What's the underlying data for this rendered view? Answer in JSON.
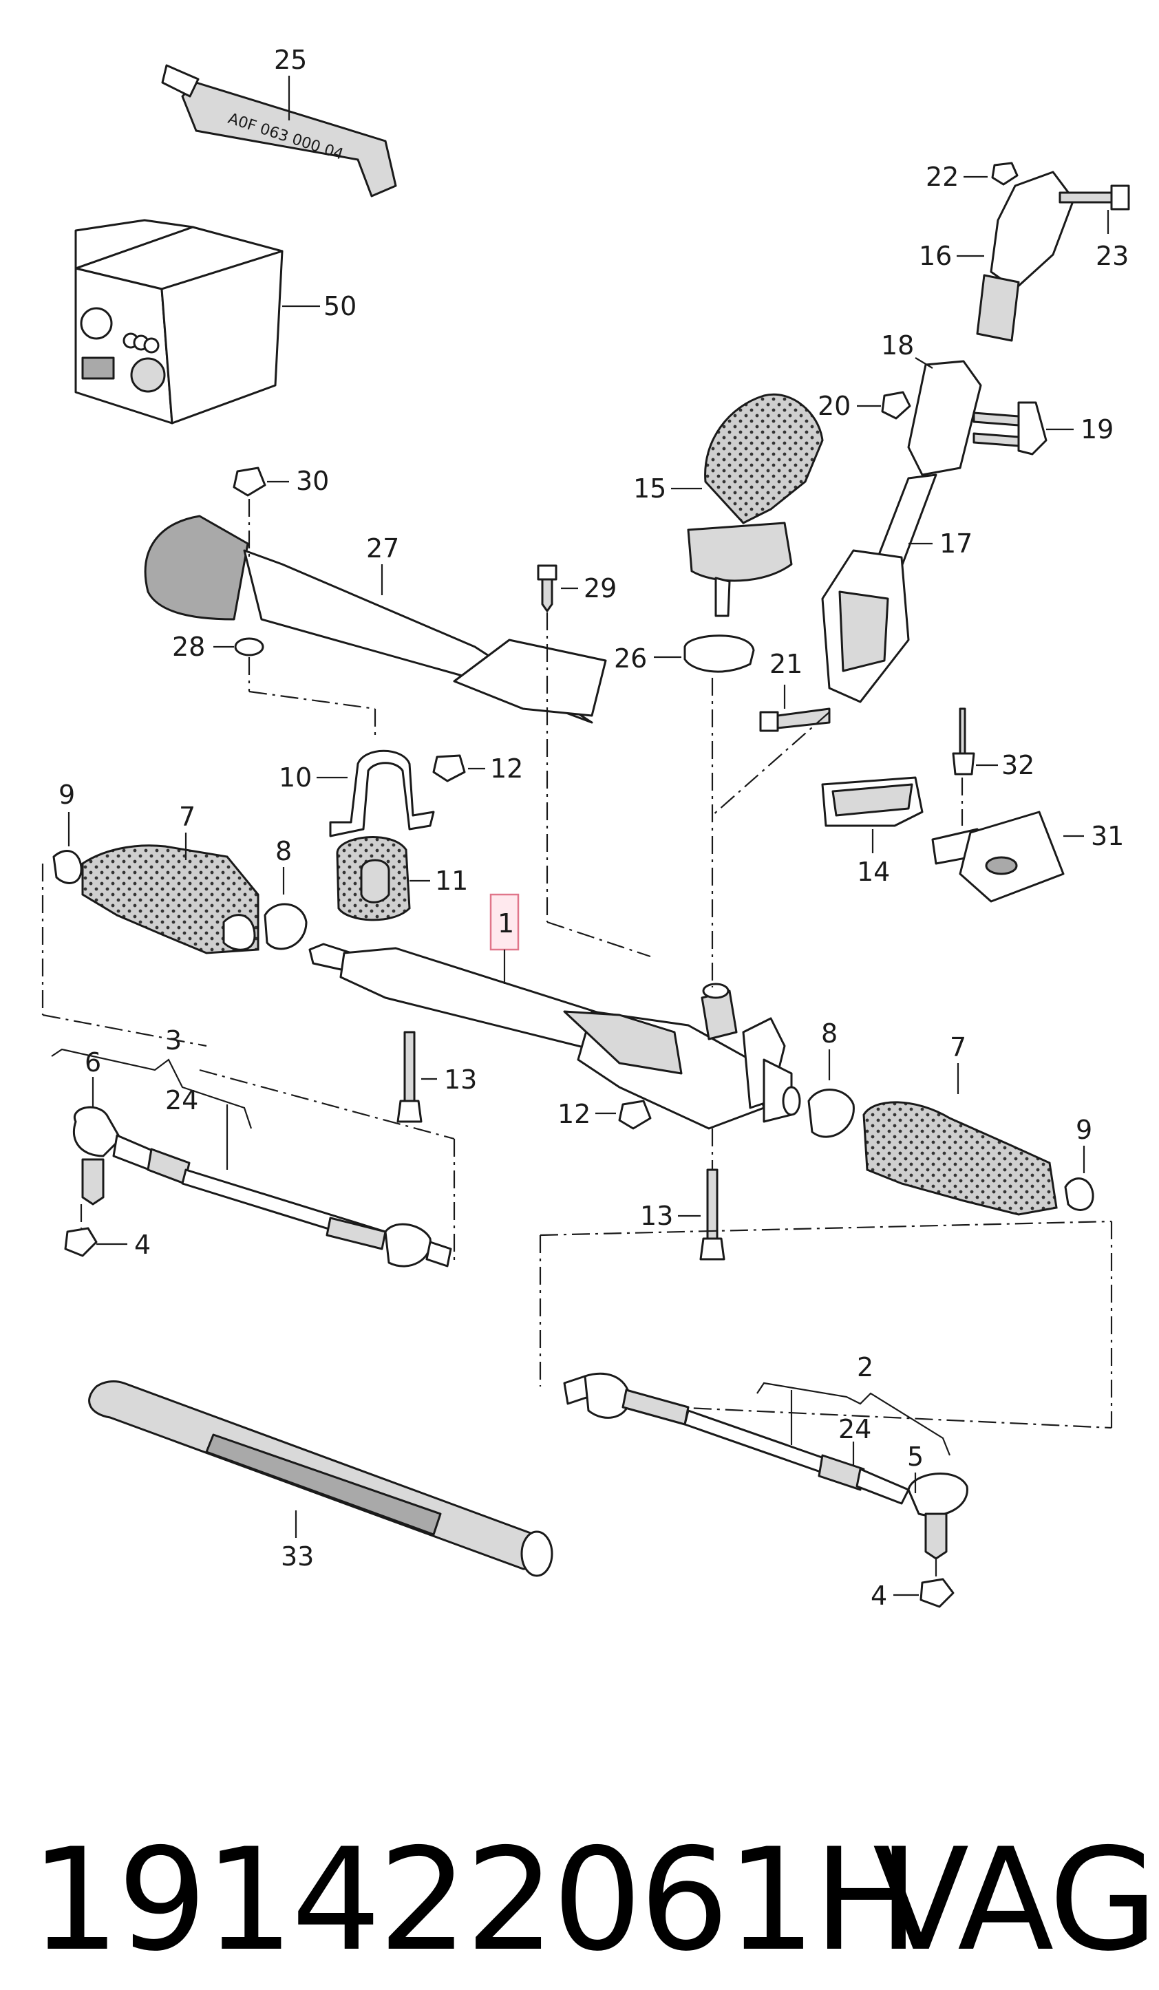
{
  "diagram": {
    "callouts": {
      "c1": "1",
      "c2": "2",
      "c3": "3",
      "c4a": "4",
      "c4b": "4",
      "c5": "5",
      "c6": "6",
      "c7a": "7",
      "c7b": "7",
      "c8a": "8",
      "c8b": "8",
      "c9a": "9",
      "c9b": "9",
      "c10": "10",
      "c11": "11",
      "c12a": "12",
      "c12b": "12",
      "c13a": "13",
      "c13b": "13",
      "c14": "14",
      "c15": "15",
      "c16": "16",
      "c17": "17",
      "c18": "18",
      "c19": "19",
      "c20": "20",
      "c21": "21",
      "c22": "22",
      "c23": "23",
      "c24a": "24",
      "c24b": "24",
      "c25": "25",
      "c26": "26",
      "c27": "27",
      "c28": "28",
      "c29": "29",
      "c30": "30",
      "c31": "31",
      "c32": "32",
      "c33": "33",
      "c50": "50"
    },
    "highlighted_callout": "1",
    "tube_label": "A0F 063 000 04"
  },
  "caption": {
    "part_number": "191422061H",
    "brand": "VAG"
  },
  "colors": {
    "line": "#1a1a1a",
    "highlight_fill": "#ffe9ee",
    "highlight_border": "#e0768a"
  }
}
